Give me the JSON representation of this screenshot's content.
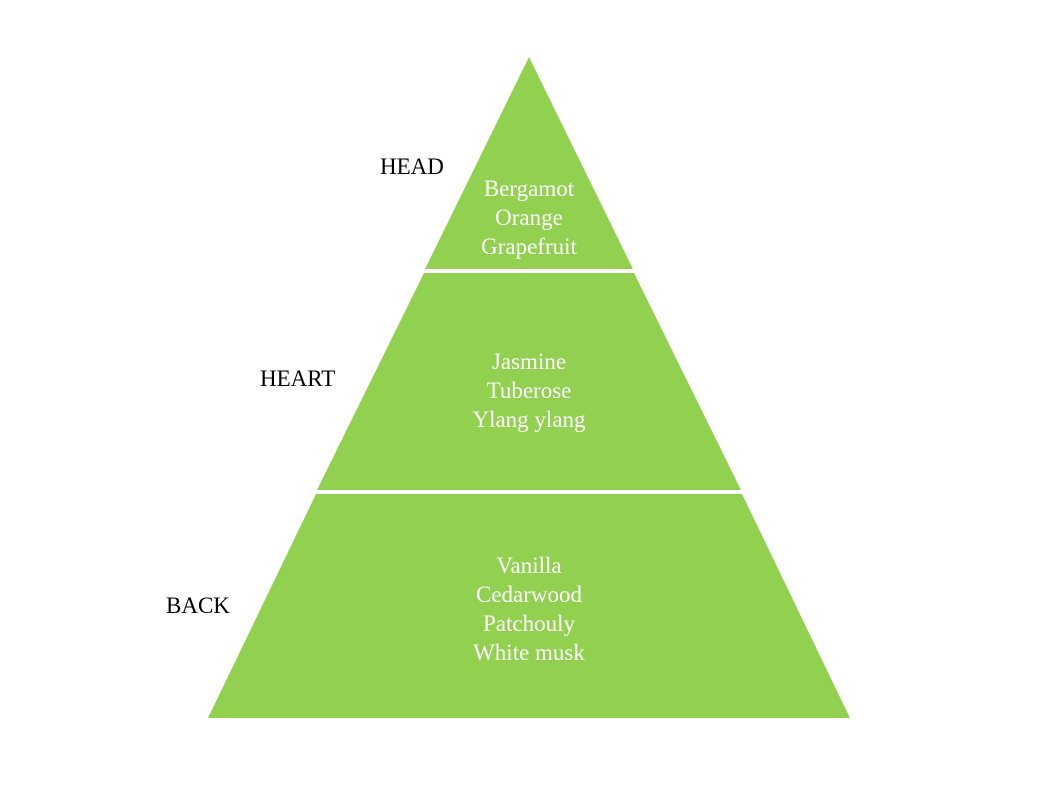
{
  "colors": {
    "tier_fill": "#92d050",
    "separator": "#ffffff",
    "label_text": "#000000",
    "note_text": "#ffffff"
  },
  "tiers": [
    {
      "label": "HEAD",
      "notes": [
        "Bergamot",
        "Orange",
        "Grapefruit"
      ]
    },
    {
      "label": "HEART",
      "notes": [
        "Jasmine",
        "Tuberose",
        "Ylang ylang"
      ]
    },
    {
      "label": "BACK",
      "notes": [
        "Vanilla",
        "Cedarwood",
        "Patchouly",
        "White musk"
      ]
    }
  ]
}
